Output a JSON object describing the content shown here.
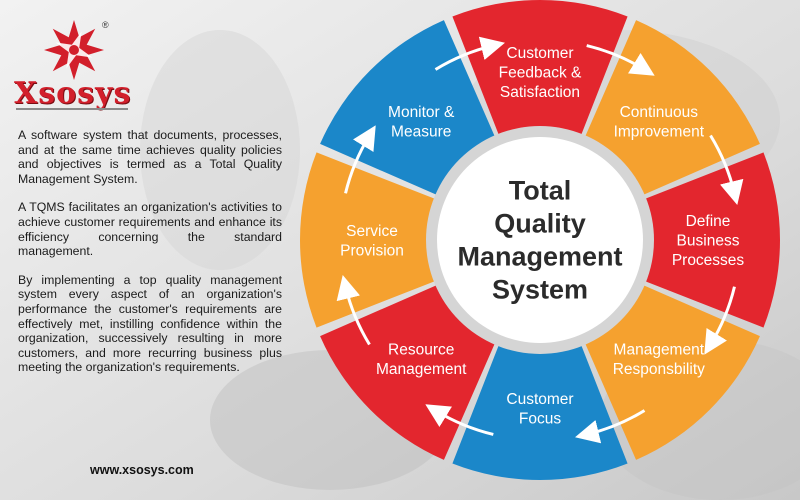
{
  "brand": {
    "name": "Xsosys",
    "registered": "®",
    "url": "www.xsosys.com"
  },
  "description": {
    "paragraphs": [
      "A software system that documents, processes, and at the same time achieves quality policies and objectives is termed as a Total Quality Management System.",
      "A TQMS facilitates an organization's activities to achieve customer requirements and enhance its efficiency concerning the standard management.",
      "By implementing a top quality management system every aspect of an organization's performance the customer's requirements are effectively met, instilling confidence within the organization, successively resulting in more customers, and more recurring business plus meeting the organization's requirements."
    ]
  },
  "diagram": {
    "center_lines": [
      "Total",
      "Quality",
      "Management",
      "System"
    ],
    "segments": [
      {
        "lines": [
          "Continuous",
          "Improvement"
        ],
        "color": "#f5a12f"
      },
      {
        "lines": [
          "Define",
          "Business",
          "Processes"
        ],
        "color": "#e3262e"
      },
      {
        "lines": [
          "Management",
          "Responsbility"
        ],
        "color": "#f5a12f"
      },
      {
        "lines": [
          "Customer",
          "Focus"
        ],
        "color": "#1b87c9"
      },
      {
        "lines": [
          "Resource",
          "Management"
        ],
        "color": "#e3262e"
      },
      {
        "lines": [
          "Service",
          "Provision"
        ],
        "color": "#f5a12f"
      },
      {
        "lines": [
          "Monitor &",
          "Measure"
        ],
        "color": "#1b87c9"
      },
      {
        "lines": [
          "Customer",
          "Feedback &",
          "Satisfaction"
        ],
        "color": "#e3262e"
      }
    ],
    "center_color": "#ffffff",
    "ring_color": "#d5d5d5"
  }
}
